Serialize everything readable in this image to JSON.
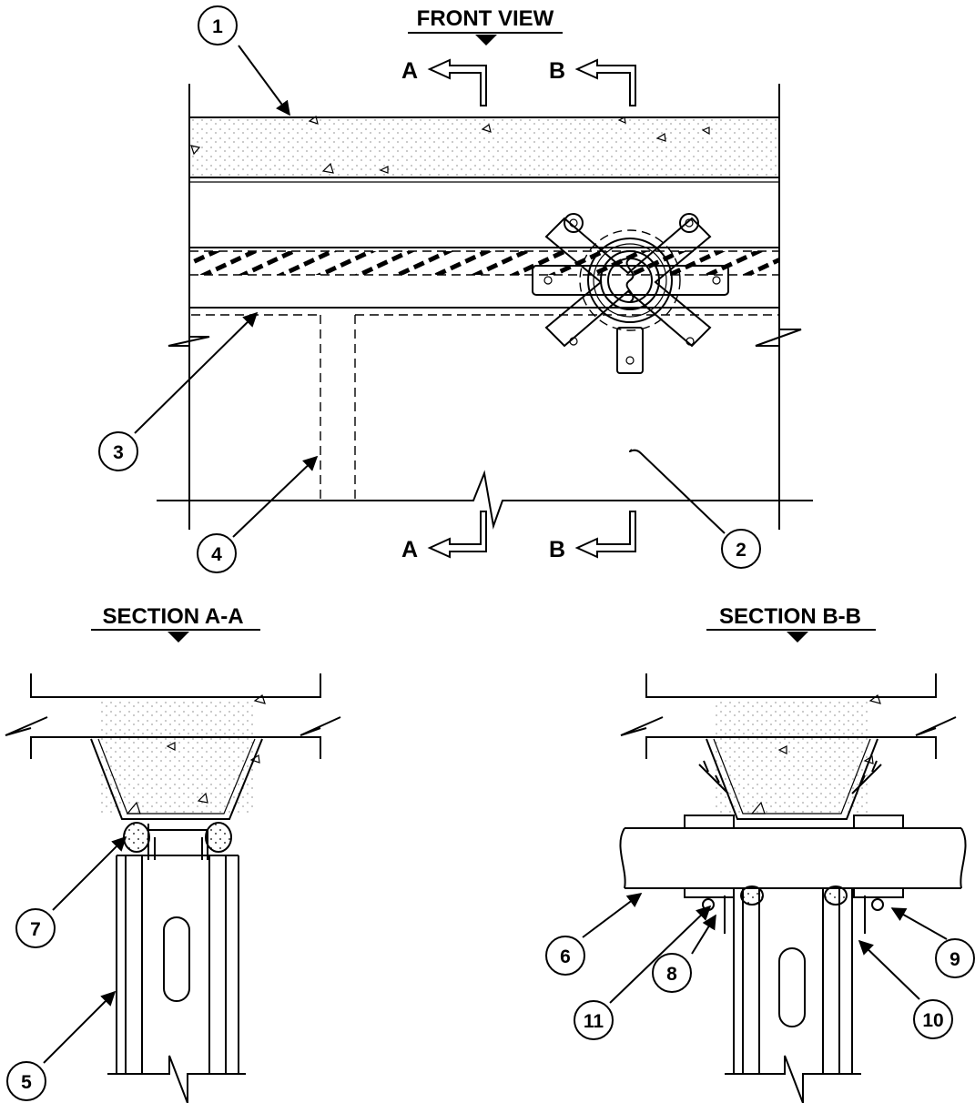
{
  "titles": {
    "front_view": "FRONT VIEW",
    "section_a": "SECTION A-A",
    "section_b": "SECTION B-B"
  },
  "section_marks": {
    "a": "A",
    "b": "B"
  },
  "callouts": [
    "1",
    "2",
    "3",
    "4",
    "5",
    "6",
    "7",
    "8",
    "9",
    "10",
    "11"
  ],
  "icons": [
    "pipe-penetration-device-icon",
    "section-cut-arrow-icon",
    "callout-bubble-icon"
  ]
}
